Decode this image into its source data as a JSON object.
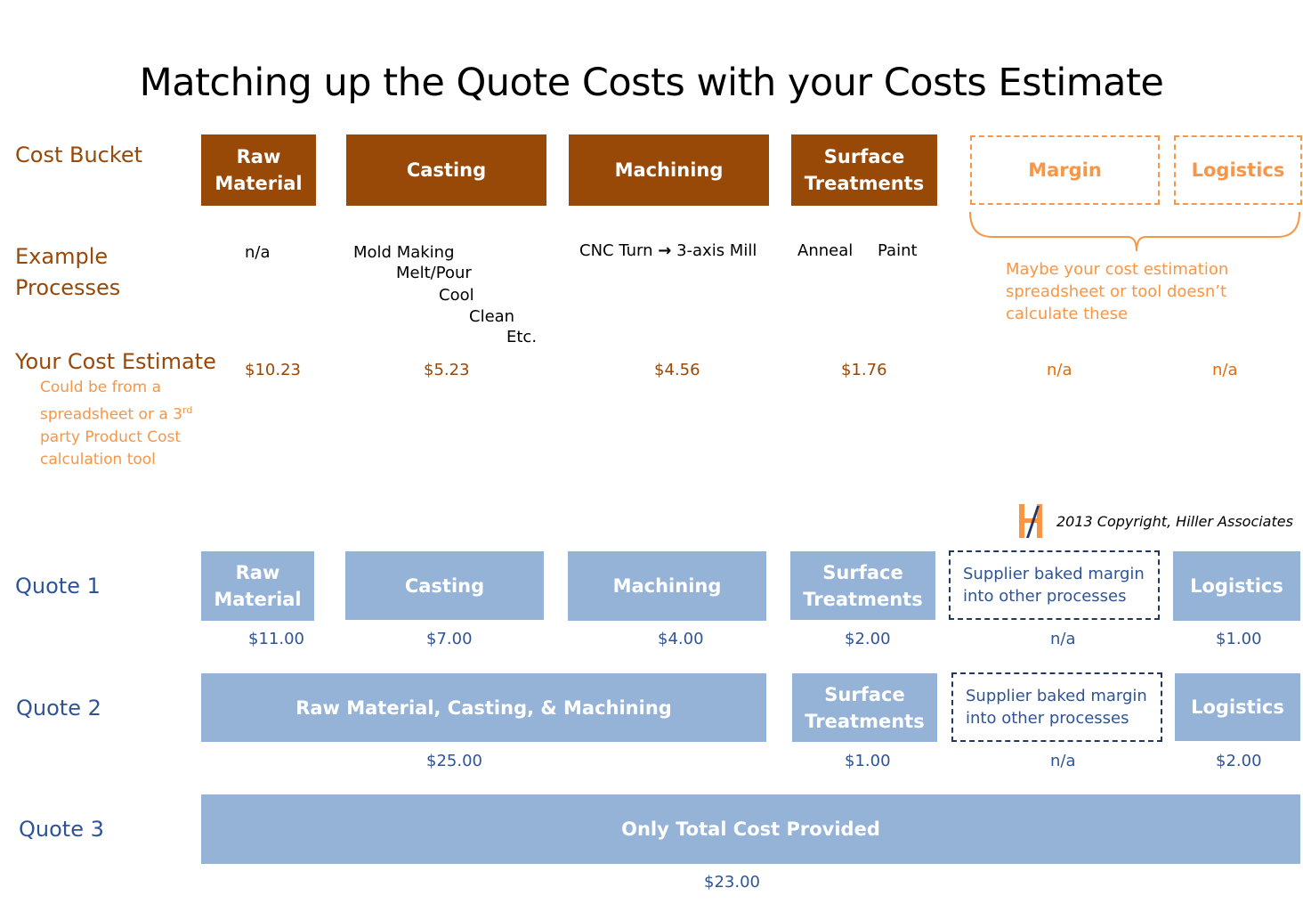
{
  "title": "Matching up the Quote Costs with your Costs Estimate",
  "row_labels": {
    "cost_bucket": "Cost Bucket",
    "example_processes_1": "Example",
    "example_processes_2": "Processes",
    "your_cost_estimate": "Your Cost Estimate",
    "quote1": "Quote 1",
    "quote2": "Quote 2",
    "quote3": "Quote 3"
  },
  "estimate_note": {
    "line1": "Could be from a",
    "line2_a": "spreadsheet or a 3",
    "line2_sup": "rd",
    "line3": "party Product Cost",
    "line4": "calculation tool"
  },
  "buckets": {
    "raw_material_1": "Raw",
    "raw_material_2": "Material",
    "casting": "Casting",
    "machining": "Machining",
    "surface_1": "Surface",
    "surface_2": "Treatments",
    "margin": "Margin",
    "logistics": "Logistics"
  },
  "processes": {
    "raw": "n/a",
    "casting": [
      "Mold Making",
      "Melt/Pour",
      "Cool",
      "Clean",
      "Etc."
    ],
    "machining_a": "CNC Turn",
    "machining_arrow": "→",
    "machining_b": "3-axis Mill",
    "surface_a": "Anneal",
    "surface_b": "Paint"
  },
  "bracket_note": {
    "line1": "Maybe your cost estimation",
    "line2": "spreadsheet or tool doesn’t",
    "line3": "calculate these"
  },
  "estimate": {
    "raw": "$10.23",
    "casting": "$5.23",
    "machining": "$4.56",
    "surface": "$1.76",
    "margin": "n/a",
    "logistics": "n/a"
  },
  "copyright": "2013 Copyright, Hiller Associates",
  "quote1": {
    "raw_1": "Raw",
    "raw_2": "Material",
    "casting": "Casting",
    "machining": "Machining",
    "surface_1": "Surface",
    "surface_2": "Treatments",
    "margin_1": "Supplier baked margin",
    "margin_2": "into other processes",
    "logistics": "Logistics",
    "values": {
      "raw": "$11.00",
      "casting": "$7.00",
      "machining": "$4.00",
      "surface": "$2.00",
      "margin": "n/a",
      "logistics": "$1.00"
    }
  },
  "quote2": {
    "combined": "Raw Material, Casting, & Machining",
    "surface_1": "Surface",
    "surface_2": "Treatments",
    "margin_1": "Supplier baked margin",
    "margin_2": "into other processes",
    "logistics": "Logistics",
    "values": {
      "combined": "$25.00",
      "surface": "$1.00",
      "margin": "n/a",
      "logistics": "$2.00"
    }
  },
  "quote3": {
    "total": "Only Total Cost Provided",
    "value": "$23.00"
  },
  "colors": {
    "brown": "#984807",
    "orange": "#f79646",
    "blue_box": "#95b3d7",
    "navy_text": "#2f5496"
  }
}
